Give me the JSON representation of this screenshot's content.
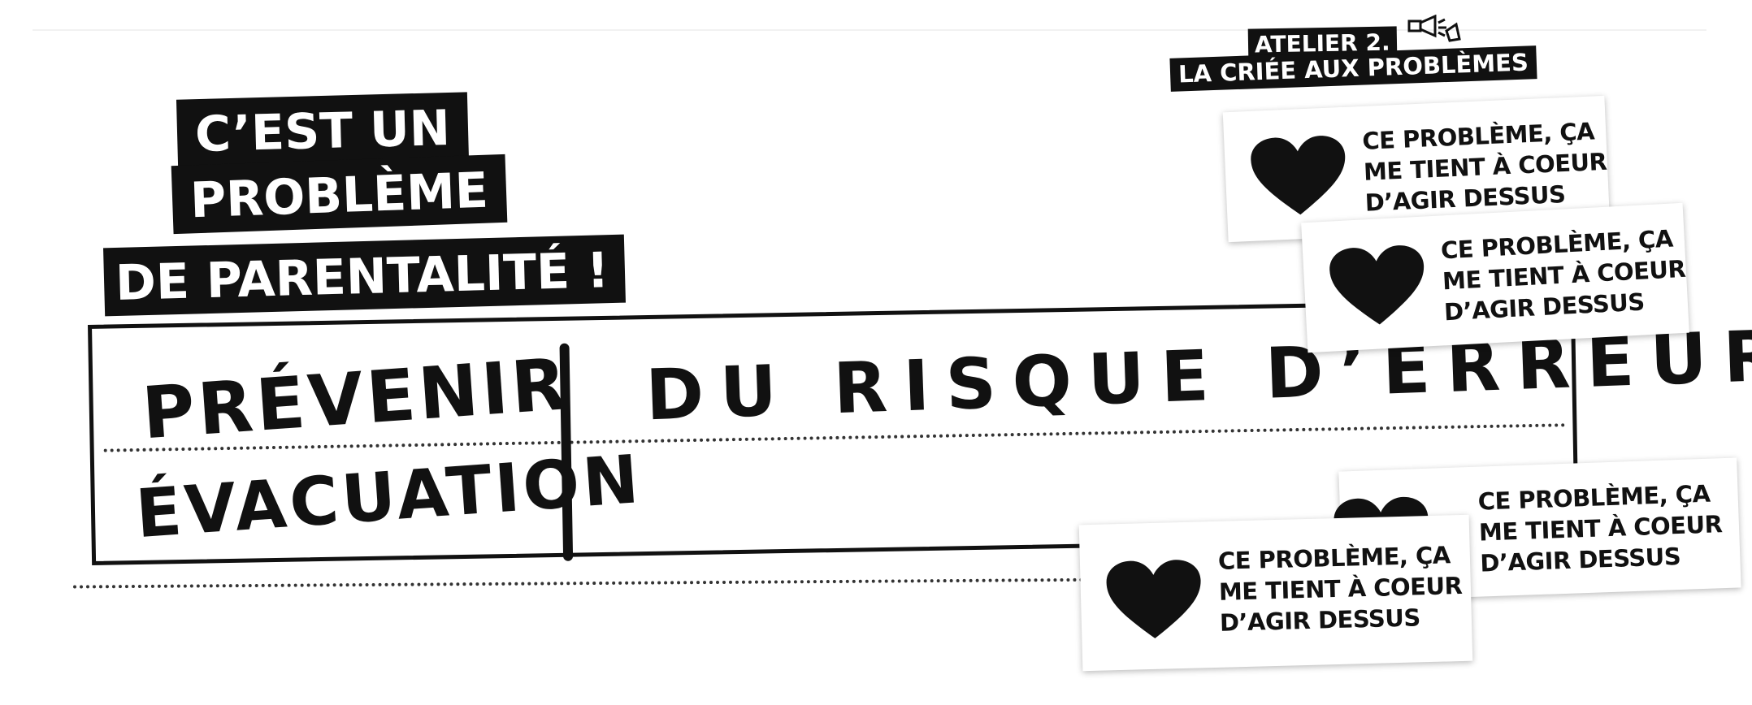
{
  "title": {
    "line1": "C’EST UN",
    "line2": "PROBLÈME",
    "line3": "DE PARENTALITÉ !"
  },
  "workshop": {
    "line1": "ATELIER 2.",
    "line2": "LA CRIÉE AUX PROBLÈMES",
    "icon": "megaphone-icon"
  },
  "board": {
    "cell_left_top": "PRÉVENIR",
    "cell_right_top": "DU RISQUE D’ERREUR",
    "cell_left_bottom": "ÉVACUATION"
  },
  "stickers": [
    {
      "icon": "heart-icon",
      "text": "CE PROBLÈME, ÇA ME TIENT À COEUR D’AGIR DESSUS"
    },
    {
      "icon": "heart-icon",
      "text": "CE PROBLÈME, ÇA ME TIENT À COEUR D’AGIR DESSUS"
    },
    {
      "icon": "heart-icon",
      "text": "CE PROBLÈME, ÇA ME TIENT À COEUR D’AGIR DESSUS"
    },
    {
      "icon": "heart-icon",
      "text": "CE PROBLÈME, ÇA ME TIENT À COEUR D’AGIR DESSUS"
    }
  ],
  "colors": {
    "ink": "#111111",
    "paper": "#ffffff"
  }
}
